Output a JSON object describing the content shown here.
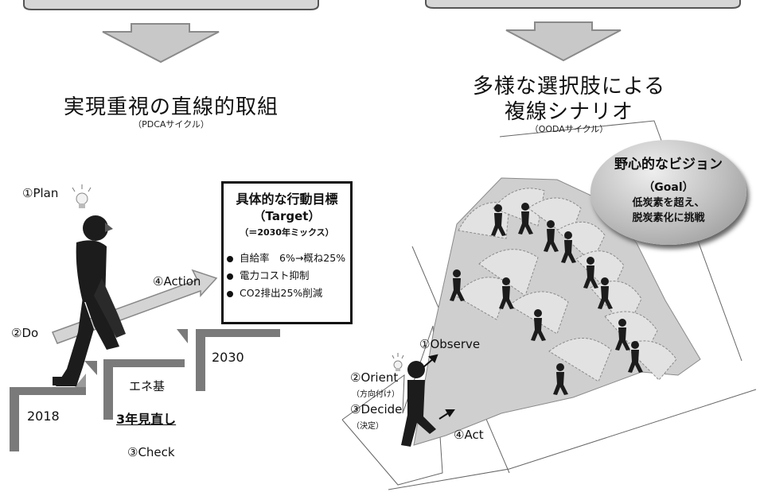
{
  "left": {
    "title": "実現重視の直線的取組",
    "subtitle": "（PDCAサイクル）",
    "plan": "①Plan",
    "do": "②Do",
    "check": "③Check",
    "action": "④Action",
    "year_start": "2018",
    "year_end": "2030",
    "step_label": "エネ基",
    "review": "3年見直し"
  },
  "target": {
    "heading": "具体的な行動目標",
    "sub": "（Target）",
    "note": "（＝2030年ミックス）",
    "items": [
      "自給率　6%→概ね25%",
      "電力コスト抑制",
      "CO2排出25%削減"
    ]
  },
  "right": {
    "title_line1": "多様な選択肢による",
    "title_line2": "複線シナリオ",
    "subtitle": "（OODAサイクル）",
    "observe": "①Observe",
    "orient": "②Orient",
    "orient_sub": "（方向付け）",
    "decide": "③Decide",
    "decide_sub": "（決定）",
    "act": "④Act"
  },
  "vision": {
    "heading": "野心的なビジョン",
    "sub": "（Goal）",
    "line1": "低炭素を超え、",
    "line2": "脱炭素化に挑戦"
  }
}
